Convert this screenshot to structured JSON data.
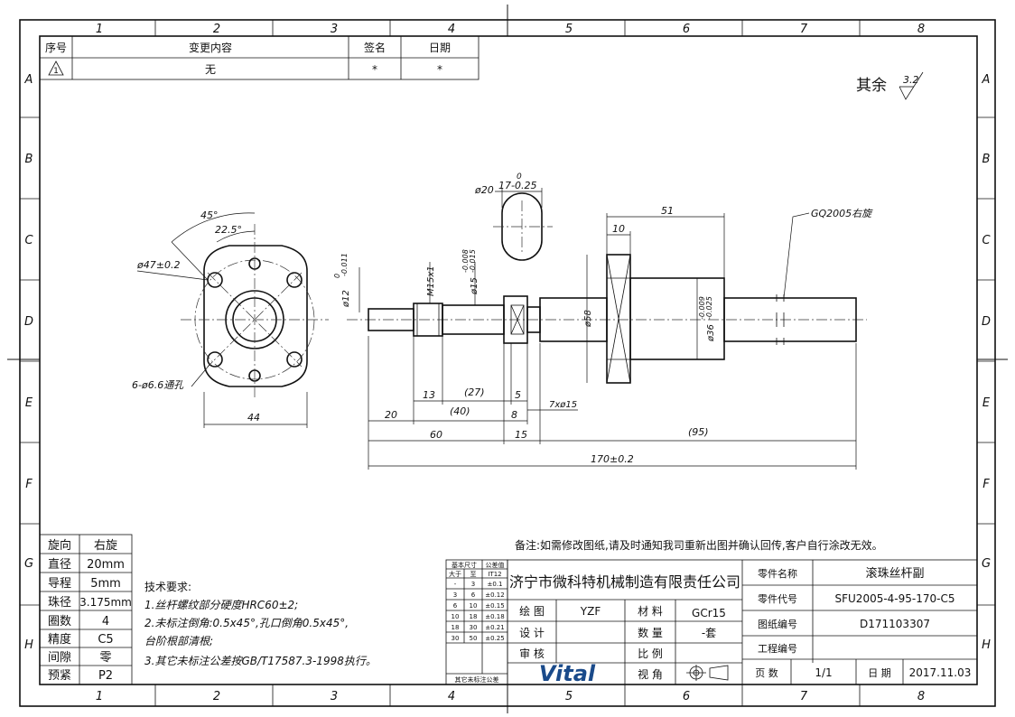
{
  "zones": {
    "columns": [
      "1",
      "2",
      "3",
      "4",
      "5",
      "6",
      "7",
      "8"
    ],
    "rows": [
      "A",
      "B",
      "C",
      "D",
      "E",
      "F",
      "G",
      "H"
    ]
  },
  "revision_table": {
    "headers": [
      "序号",
      "变更内容",
      "签名",
      "日期"
    ],
    "row": {
      "mark": "1",
      "content": "无",
      "signature": "*",
      "date": "*"
    }
  },
  "surface_note": {
    "label": "其余",
    "value": "3.2"
  },
  "dimensions": {
    "flange_angle_45": "45°",
    "flange_angle_22": "22.5°",
    "flange_pcd": "ø47±0.2",
    "flange_holes": "6-ø6.6通孔",
    "flange_width": "44",
    "section_dia": "ø20",
    "section_flat_tol": "0",
    "section_flat": "17-0.25",
    "end_dia": "ø12",
    "end_dia_tol_top": "0",
    "end_dia_tol_bottom": "-0.011",
    "thread": "M15x1",
    "bearing_dia": "ø15",
    "bearing_tol_top": "-0.008",
    "bearing_tol_bottom": "-0.015",
    "nut_flange_dia": "ø58",
    "nut_body_dia": "ø36",
    "nut_body_tol_top": "-0.009",
    "nut_body_tol_bottom": "-0.025",
    "len_51": "51",
    "len_10": "10",
    "screw_spec": "GQ2005右旋",
    "len_13": "13",
    "len_27": "(27)",
    "len_5": "5",
    "len_7x15": "7xø15",
    "len_20": "20",
    "len_40": "(40)",
    "len_8": "8",
    "len_60": "60",
    "len_15": "15",
    "len_95": "(95)",
    "len_total": "170±0.2"
  },
  "spec_table": [
    {
      "label": "旋向",
      "value": "右旋"
    },
    {
      "label": "直径",
      "value": "20mm"
    },
    {
      "label": "导程",
      "value": "5mm"
    },
    {
      "label": "珠径",
      "value": "3.175mm"
    },
    {
      "label": "圈数",
      "value": "4"
    },
    {
      "label": "精度",
      "value": "C5"
    },
    {
      "label": "间隙",
      "value": "零"
    },
    {
      "label": "预紧",
      "value": "P2"
    }
  ],
  "tech_requirements": {
    "title": "技术要求:",
    "items": [
      "1.丝杆螺纹部分硬度HRC60±2;",
      "2.未标注倒角:0.5x45°,孔口倒角0.5x45°,",
      "  台阶根部清根;",
      "3.其它未标注公差按GB/T17587.3-1998执行。"
    ]
  },
  "remark": "备注:如需修改图纸,请及时通知我司重新出图并确认回传,客户自行涂改无效。",
  "tolerance_table": {
    "header": [
      "基本尺寸",
      "公差值"
    ],
    "subheader": [
      "大于",
      "至",
      "IT12"
    ],
    "rows": [
      [
        "-",
        "3",
        "±0.1"
      ],
      [
        "3",
        "6",
        "±0.12"
      ],
      [
        "6",
        "10",
        "±0.15"
      ],
      [
        "10",
        "18",
        "±0.18"
      ],
      [
        "18",
        "30",
        "±0.21"
      ],
      [
        "30",
        "50",
        "±0.25"
      ]
    ],
    "footer": "其它未标注公差"
  },
  "company": "济宁市微科特机械制造有限责任公司",
  "logo": "Vital",
  "title_block": {
    "drawn_label": "绘 图",
    "drawn_value": "YZF",
    "design_label": "设 计",
    "check_label": "审 核",
    "material_label": "材 料",
    "material_value": "GCr15",
    "qty_label": "数 量",
    "qty_value": "-套",
    "scale_label": "比 例",
    "view_label": "视 角",
    "part_name_label": "零件名称",
    "part_name": "滚珠丝杆副",
    "part_code_label": "零件代号",
    "part_code": "SFU2005-4-95-170-C5",
    "drawing_no_label": "图纸编号",
    "drawing_no": "D171103307",
    "project_no_label": "工程编号",
    "page_label": "页 数",
    "page": "1/1",
    "date_label": "日 期",
    "date": "2017.11.03"
  }
}
